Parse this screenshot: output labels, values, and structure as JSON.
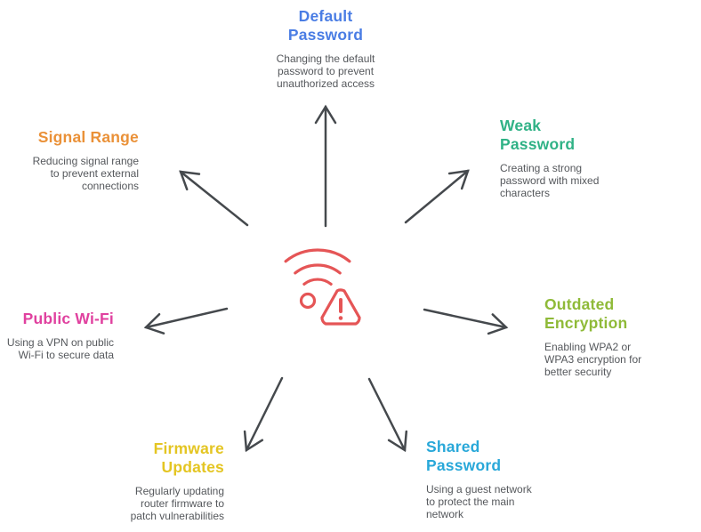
{
  "palette": {
    "arrow": "#45494d",
    "icon_red": "#e55556",
    "description_text": "#55585c",
    "background": "#ffffff"
  },
  "center": {
    "icon": "wifi-warning-icon"
  },
  "topics": [
    {
      "id": "default-password",
      "title": "Default\nPassword",
      "description": "Changing the default\npassword to prevent\nunauthorized access",
      "color": "#4a7de4"
    },
    {
      "id": "weak-password",
      "title": "Weak\nPassword",
      "description": "Creating a strong\npassword with mixed\ncharacters",
      "color": "#30b286"
    },
    {
      "id": "outdated-encryption",
      "title": "Outdated\nEncryption",
      "description": "Enabling WPA2 or\nWPA3 encryption for\nbetter security",
      "color": "#8fba38"
    },
    {
      "id": "shared-password",
      "title": "Shared\nPassword",
      "description": "Using a guest network\nto protect the main\nnetwork",
      "color": "#29a8d9"
    },
    {
      "id": "firmware-updates",
      "title": "Firmware\nUpdates",
      "description": "Regularly updating\nrouter firmware to\npatch vulnerabilities",
      "color": "#e4c522"
    },
    {
      "id": "public-wifi",
      "title": "Public Wi-Fi",
      "description": "Using a VPN on public\nWi-Fi to secure data",
      "color": "#e0419f"
    },
    {
      "id": "signal-range",
      "title": "Reducing signal range\nto prevent external\nconnections",
      "color": "#ea9138"
    }
  ],
  "topic_titles": {
    "public_wifi": "Public Wi-Fi",
    "signal_range": "Signal Range"
  }
}
